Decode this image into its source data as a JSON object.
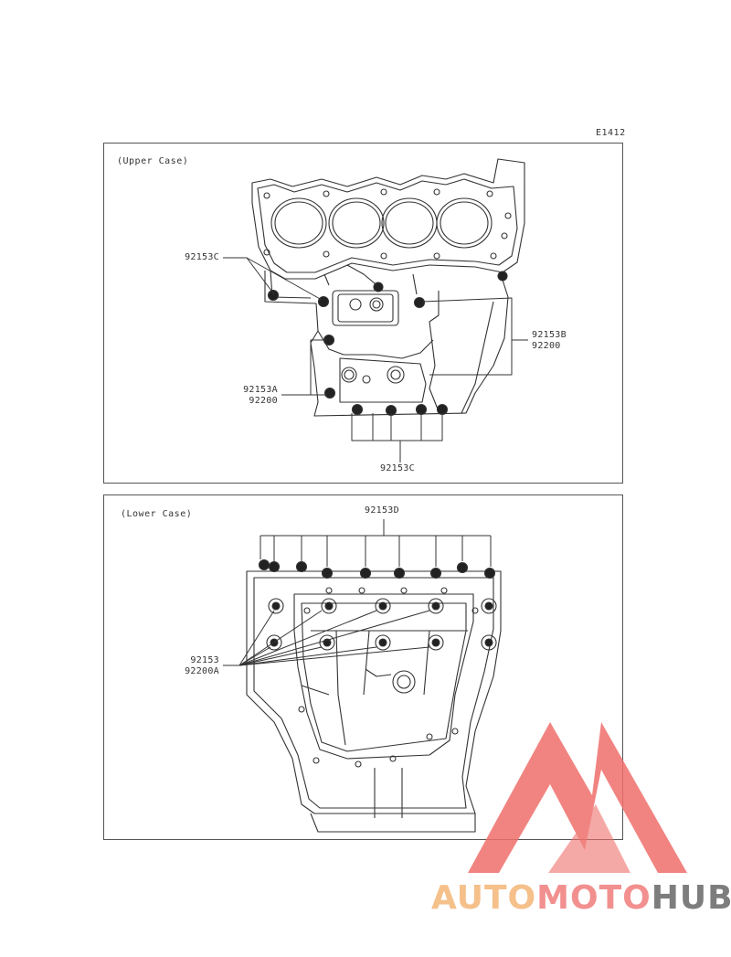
{
  "diagram_code": "E1412",
  "upper": {
    "label": "(Upper Case)",
    "callouts": [
      {
        "id": "u1",
        "lines": [
          "92153C"
        ]
      },
      {
        "id": "u2",
        "lines": [
          "92153B",
          "92200"
        ]
      },
      {
        "id": "u3",
        "lines": [
          "92153A",
          "92200"
        ]
      },
      {
        "id": "u4",
        "lines": [
          "92153C"
        ]
      }
    ]
  },
  "lower": {
    "label": "(Lower Case)",
    "callouts": [
      {
        "id": "l1",
        "lines": [
          "92153D"
        ]
      },
      {
        "id": "l2",
        "lines": [
          "92153",
          "92200A"
        ]
      }
    ]
  },
  "watermark": {
    "parts": [
      "AUTO",
      "MOTO",
      "HUB"
    ],
    "colors": {
      "auto": "#f5c08a",
      "moto": "#f2908f",
      "hub": "#7d7d7d",
      "logo": "#ef6f6c"
    }
  }
}
